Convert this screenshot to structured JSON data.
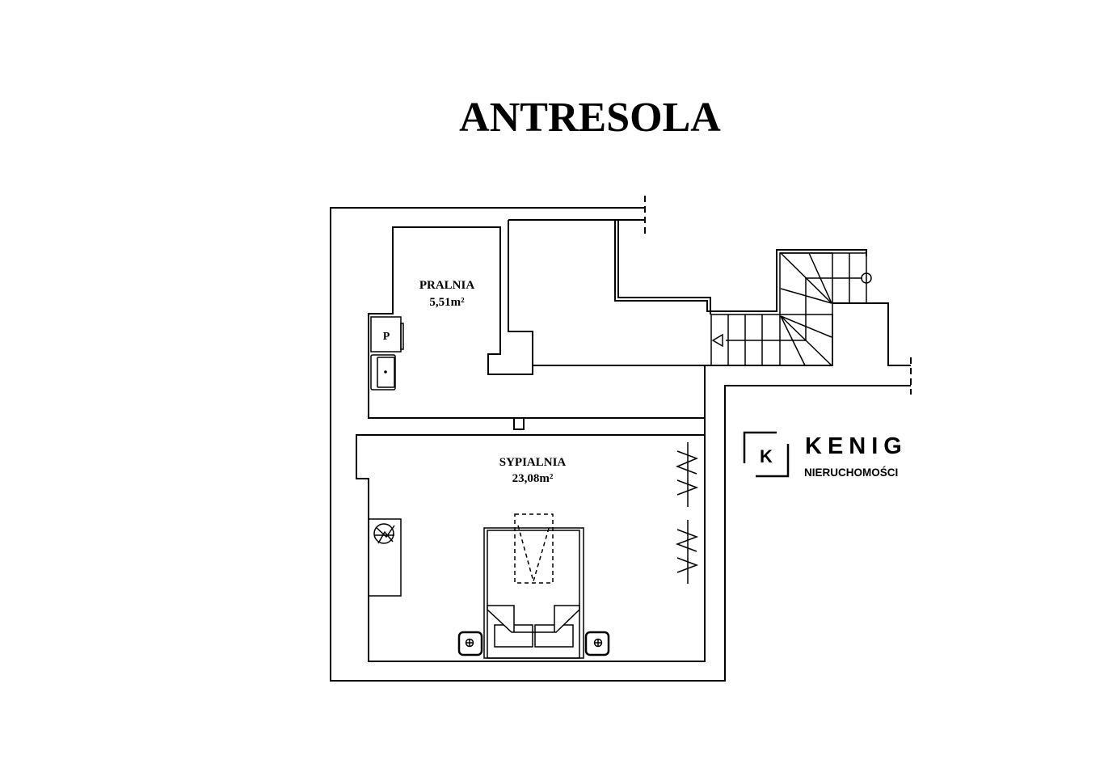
{
  "title": "ANTRESOLA",
  "rooms": [
    {
      "name": "PRALNIA",
      "area": "5,51m²"
    },
    {
      "name": "SYPIALNIA",
      "area": "23,08m²"
    }
  ],
  "fixtures": {
    "washer_label": "P"
  },
  "logo": {
    "mark": "K",
    "brand": "KENIG",
    "subtitle": "NIERUCHOMOŚCI"
  }
}
